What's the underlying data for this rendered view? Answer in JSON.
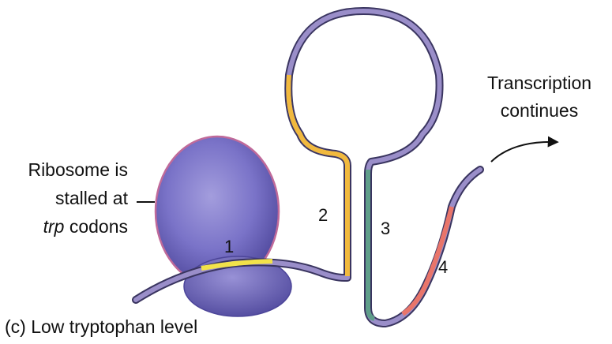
{
  "labels": {
    "ribosome_line1": "Ribosome is",
    "ribosome_line2": "stalled at",
    "ribosome_line3_italic": "trp",
    "ribosome_line3_rest": " codons",
    "transcription_line1": "Transcription",
    "transcription_line2": "continues",
    "caption": "(c) Low tryptophan level"
  },
  "regions": {
    "region_1": "1",
    "region_2": "2",
    "region_3": "3",
    "region_4": "4"
  },
  "colors": {
    "mrna_strand": "#9a8ec9",
    "strand_outline": "#3a3560",
    "region_1": "#f2e24a",
    "region_2": "#f1b93e",
    "region_3": "#5f9e8a",
    "region_4": "#e9756a",
    "ribosome_fill": "#6d66bf",
    "ribosome_outline": "#c06a9a"
  }
}
